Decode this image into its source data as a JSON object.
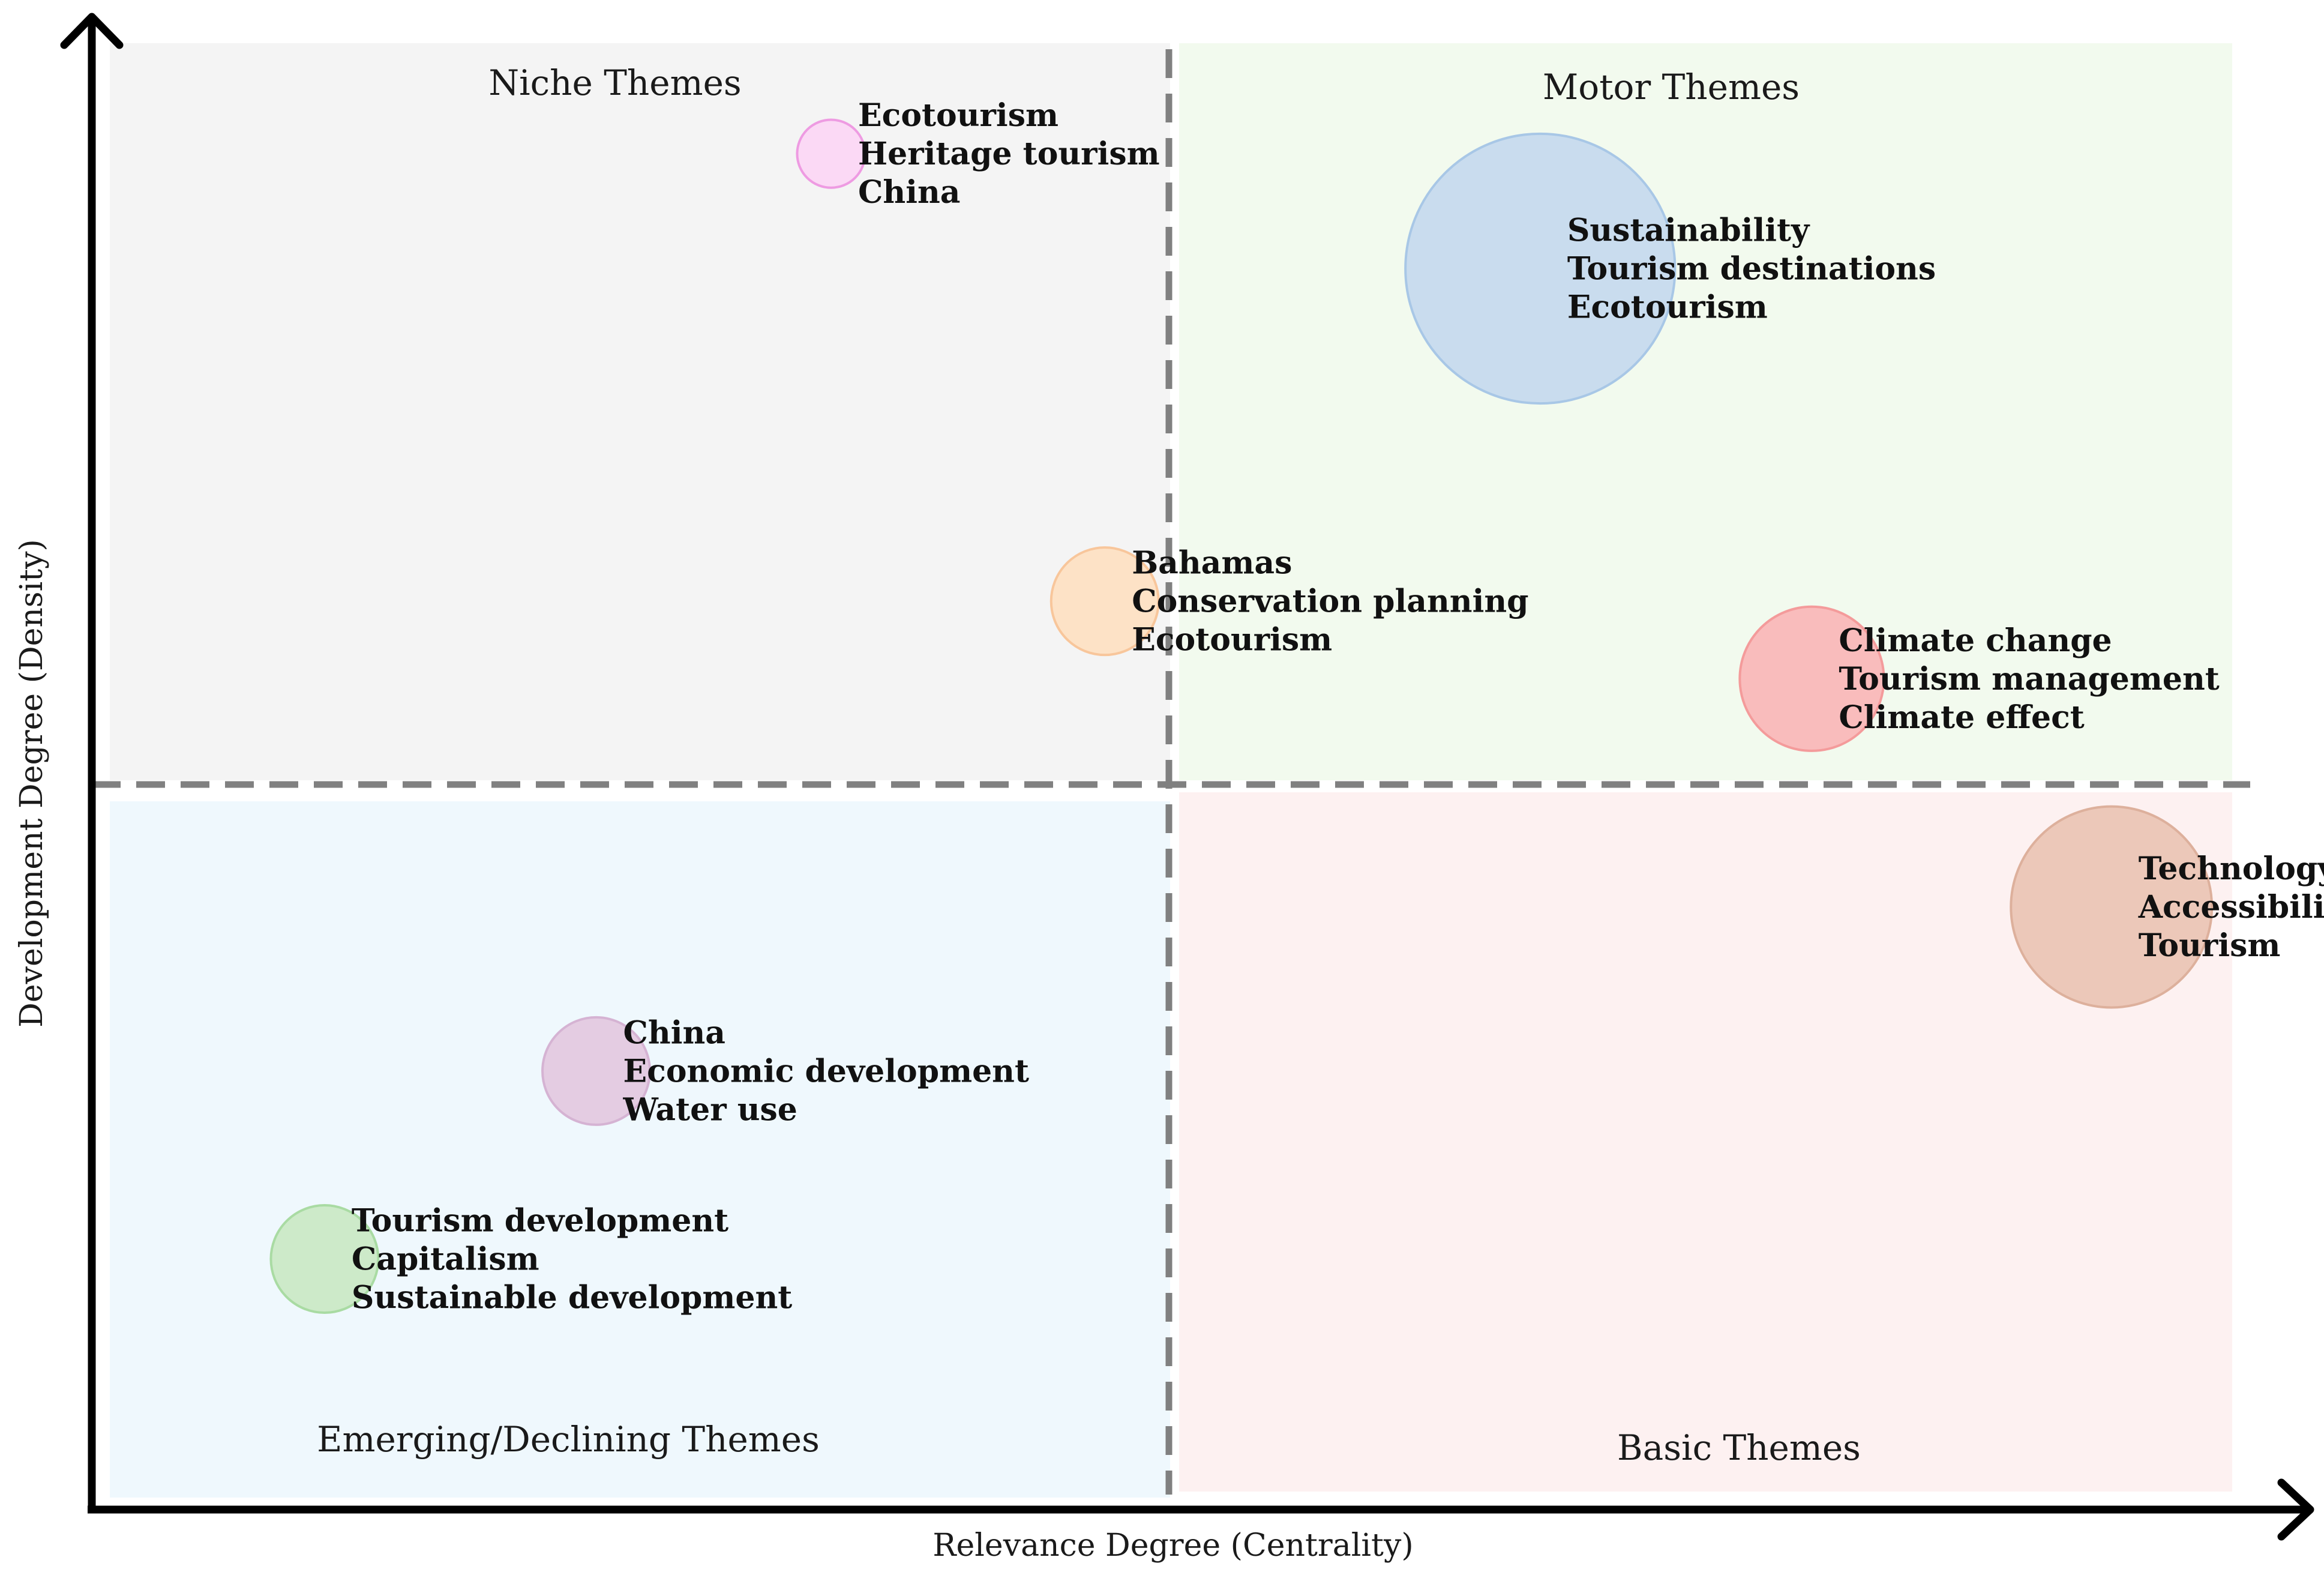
{
  "chart_data": {
    "type": "scatter",
    "subtype": "strategic-diagram",
    "xlabel": "Relevance Degree (Centrality)",
    "ylabel": "Development Degree (Density)",
    "xlim": [
      0,
      100
    ],
    "ylim": [
      0,
      100
    ],
    "divider": {
      "x": 50,
      "y": 50,
      "style": "dashed",
      "color": "#808080"
    },
    "quadrants": [
      {
        "key": "niche",
        "label": "Niche Themes",
        "color": "#f4f4f4"
      },
      {
        "key": "motor",
        "label": "Motor Themes",
        "color": "#f2faee"
      },
      {
        "key": "emerging",
        "label": "Emerging/Declining Themes",
        "color": "#eff8fd"
      },
      {
        "key": "basic",
        "label": "Basic Themes",
        "color": "#fdf1f1"
      }
    ],
    "clusters": [
      {
        "x": 34.3,
        "y": 90.9,
        "size": 4,
        "fill": "#fbd9f5",
        "stroke": "#ee9be2",
        "terms": [
          "Ecotourism",
          "Heritage tourism",
          "China"
        ]
      },
      {
        "x": 67.2,
        "y": 83.2,
        "size": 63,
        "fill": "#c9dcee",
        "stroke": "#a8c7e6",
        "terms": [
          "Sustainability",
          "Tourism destinations",
          "Ecotourism"
        ]
      },
      {
        "x": 47.0,
        "y": 60.9,
        "size": 10,
        "fill": "#fde2c6",
        "stroke": "#f8c69b",
        "terms": [
          "Bahamas",
          "Conservation planning",
          "Ecotourism"
        ]
      },
      {
        "x": 79.8,
        "y": 55.7,
        "size": 18,
        "fill": "#f9bcbc",
        "stroke": "#f49b9b",
        "terms": [
          "Climate change",
          "Tourism management",
          "Climate effect"
        ]
      },
      {
        "x": 93.7,
        "y": 40.4,
        "size": 35,
        "fill": "#ecc8b9",
        "stroke": "#ddb09c",
        "terms": [
          "Technology",
          "Accessibility",
          "Tourism"
        ]
      },
      {
        "x": 23.4,
        "y": 29.4,
        "size": 10,
        "fill": "#e4cce2",
        "stroke": "#d5b3d3",
        "terms": [
          "China",
          "Economic development",
          "Water use"
        ]
      },
      {
        "x": 10.8,
        "y": 16.8,
        "size": 10,
        "fill": "#cdeac9",
        "stroke": "#a9dba3",
        "terms": [
          "Tourism development",
          "Capitalism",
          "Sustainable development"
        ]
      }
    ]
  }
}
